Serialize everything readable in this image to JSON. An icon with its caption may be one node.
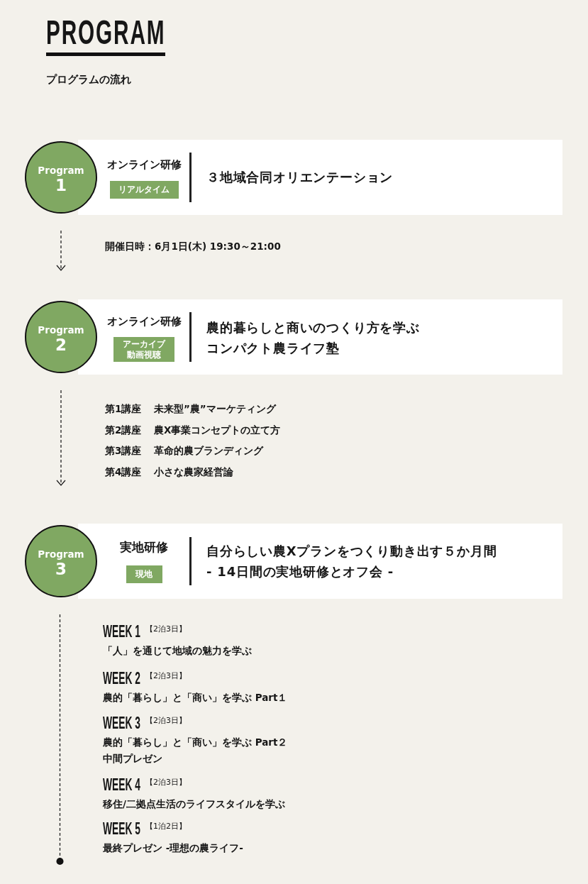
{
  "diagram": {
    "title": "PROGRAM",
    "nodes": [
      {
        "text": [
          "Program",
          "1"
        ]
      },
      {
        "text": [
          "オンライン研修",
          "３地域合同オリエンテーション"
        ]
      },
      {
        "text": [
          "リアルタイム"
        ],
        "in": 1
      },
      {
        "text": [
          "Program",
          "2"
        ]
      },
      {
        "text": [
          "オンライン研修",
          "農的暮らしと商いのつくり方を学ぶ",
          "コンパクト農ライフ塾"
        ]
      },
      {
        "text": [
          "アーカイブ動画視聴"
        ],
        "in": 4
      },
      {
        "text": [
          "Program",
          "3"
        ]
      },
      {
        "text": [
          "実地研修",
          "自分らしい農Xプランをつくり動き出す５か月間",
          "- 14日間の実地研修とオフ会 -"
        ]
      },
      {
        "text": [
          "現地"
        ],
        "in": 7
      }
    ],
    "edges": [
      {
        "from": 0,
        "to": 3,
        "arrow": "to",
        "style": "dashed"
      },
      {
        "from": 3,
        "to": 6,
        "arrow": "to",
        "style": "dashed"
      },
      {
        "from": 6,
        "to": null,
        "arrow": "other",
        "style": "dashed"
      }
    ],
    "labels": [
      "プログラムの流れ",
      "開催日時：6月1日(木) 19:30～21:00",
      "第1講座",
      "未来型”農”マーケティング",
      "第2講座",
      "農X事業コンセプトの立て方",
      "第3講座",
      "革命的農ブランディング",
      "第4講座",
      "小さな農家経営論",
      "WEEK 1",
      "【2泊3日】",
      "「人」を通じて地域の魅力を学ぶ",
      "WEEK 2",
      "【2泊3日】",
      "農的「暮らし」と「商い」を学ぶ Part１",
      "WEEK 3",
      "【2泊3日】",
      "農的「暮らし」と「商い」を学ぶ Part２",
      "中間プレゼン",
      "WEEK 4",
      "【2泊3日】",
      "移住/二拠点生活のライフスタイルを学ぶ",
      "WEEK 5",
      "【1泊2日】",
      "最終プレゼン -理想の農ライフ-"
    ]
  }
}
